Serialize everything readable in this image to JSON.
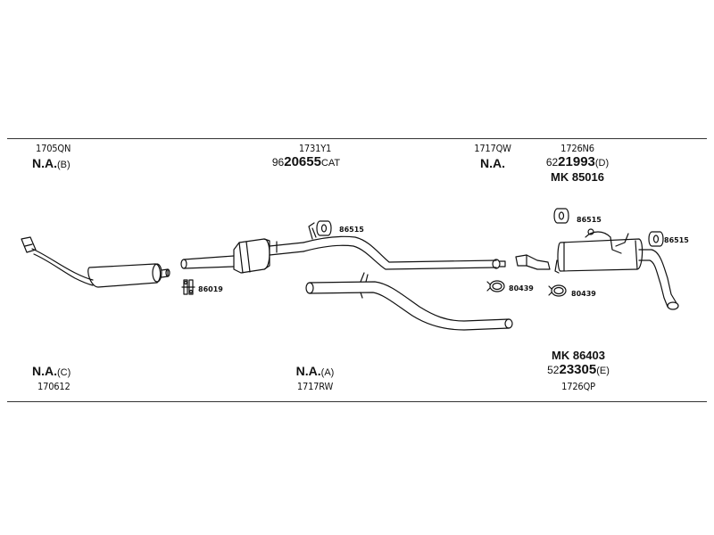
{
  "groups": {
    "top_left": {
      "code": "1705QN",
      "ref": "N.A.",
      "ref_suffix": "(B)"
    },
    "top_center": {
      "code": "1731Y1",
      "ref_prefix": "96",
      "ref_main": "20655",
      "ref_suffix": "CAT"
    },
    "top_mid_right": {
      "code": "1717QW",
      "ref": "N.A."
    },
    "top_right": {
      "code": "1726N6",
      "ref_prefix": "62",
      "ref_main": "21993",
      "ref_suffix": "(D)",
      "mk": "MK 85016"
    },
    "bottom_left": {
      "ref": "N.A.",
      "ref_suffix": "(C)",
      "code": "170612"
    },
    "bottom_center": {
      "ref": "N.A.",
      "ref_suffix": "(A)",
      "code": "1717RW"
    },
    "bottom_right": {
      "mk": "MK 86403",
      "ref_prefix": "52",
      "ref_main": "23305",
      "ref_suffix": "(E)",
      "code": "1726QP"
    }
  },
  "parts": {
    "p86019": "86019",
    "p86515_center": "86515",
    "p86515_right_top": "86515",
    "p86515_right_end": "86515",
    "p80439_left": "80439",
    "p80439_right": "80439"
  }
}
